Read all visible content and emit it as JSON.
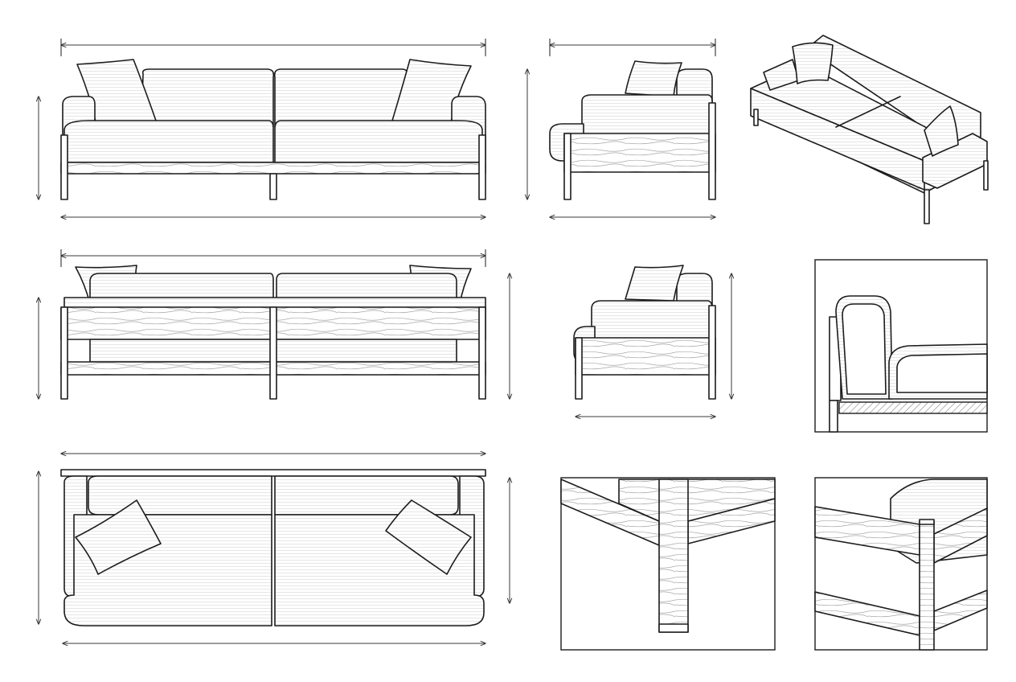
{
  "sheet": {
    "background_color": "#ffffff",
    "line_color": "#1c1c1c",
    "views": [
      {
        "id": "front-view",
        "icon": "sofa-front-icon"
      },
      {
        "id": "side-view",
        "icon": "sofa-side-icon"
      },
      {
        "id": "isometric-view",
        "icon": "sofa-isometric-icon"
      },
      {
        "id": "back-view",
        "icon": "sofa-back-icon"
      },
      {
        "id": "side-back-view",
        "icon": "sofa-side-icon"
      },
      {
        "id": "cross-section-detail",
        "icon": "section-detail-icon"
      },
      {
        "id": "top-view",
        "icon": "sofa-top-icon"
      },
      {
        "id": "leg-joint-detail",
        "icon": "joint-detail-icon"
      },
      {
        "id": "arm-frame-detail",
        "icon": "joint-detail-icon"
      }
    ]
  }
}
